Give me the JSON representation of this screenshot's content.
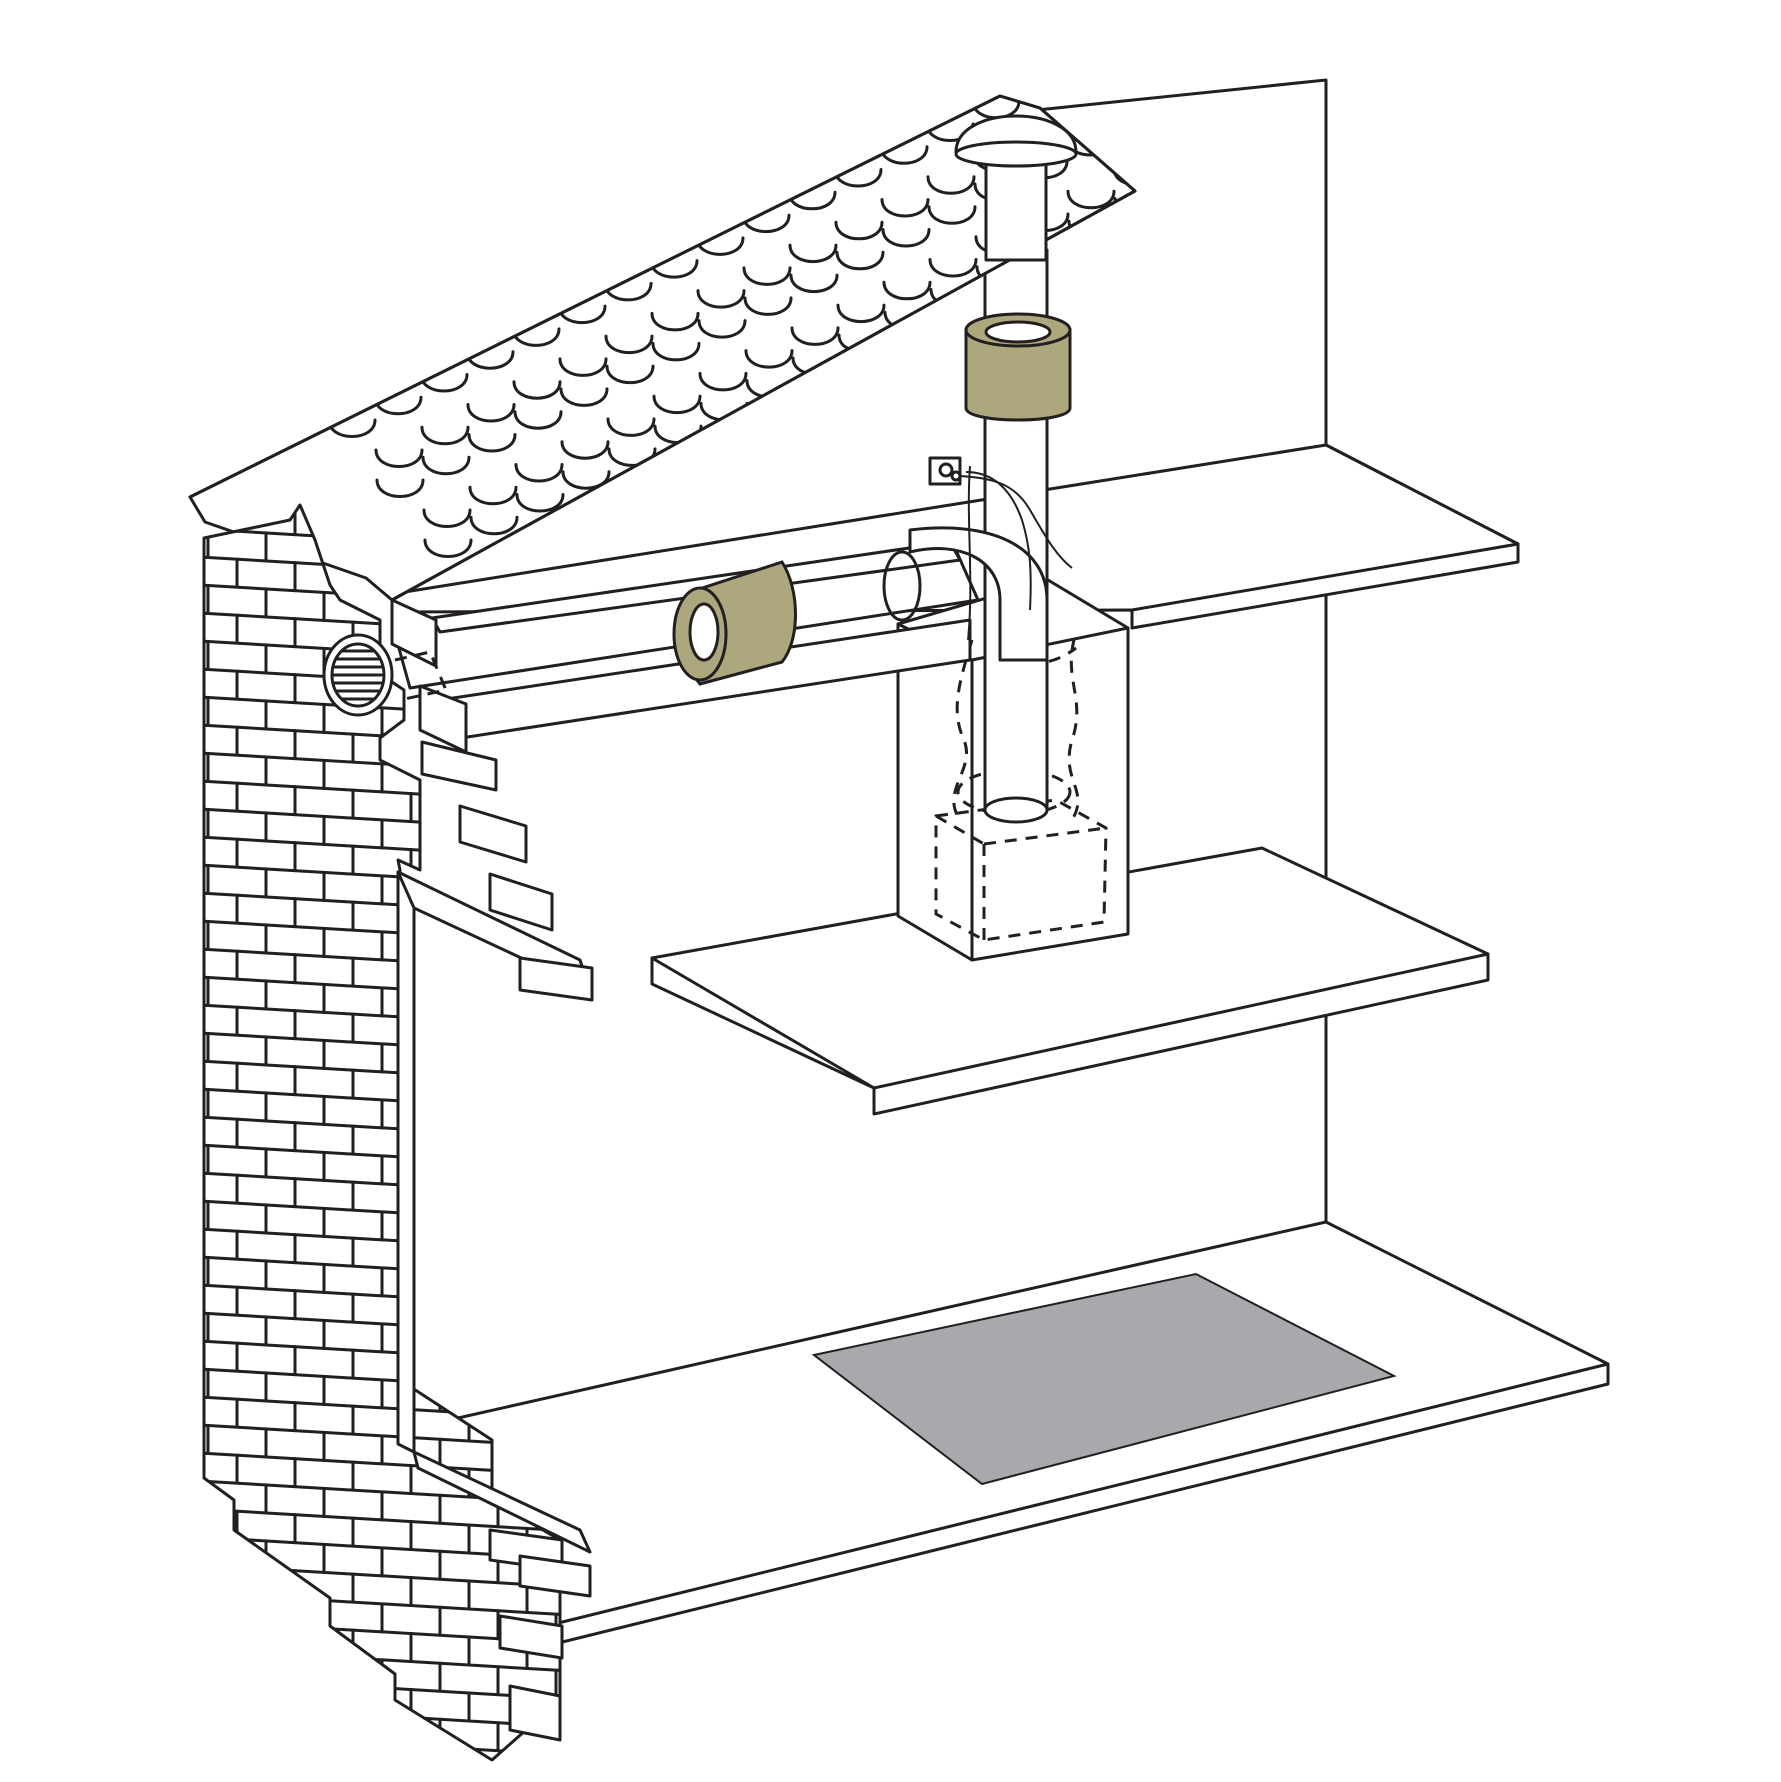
{
  "illustration": {
    "colors": {
      "line": "#231f20",
      "background": "#ffffff",
      "silencer": "#aca77d",
      "floor_mat": "#a7a9ac"
    },
    "components": [
      "roof-shingles",
      "roof-vent-cap",
      "brick-exterior-wall",
      "soffit-wall-vent",
      "horizontal-duct",
      "horizontal-duct-silencer",
      "duct-elbow",
      "vertical-duct",
      "vertical-duct-silencer",
      "inline-fan",
      "electrical-outlet",
      "attic-floor",
      "ceiling-joist-shelf",
      "bathroom-floor",
      "floor-mat"
    ]
  }
}
